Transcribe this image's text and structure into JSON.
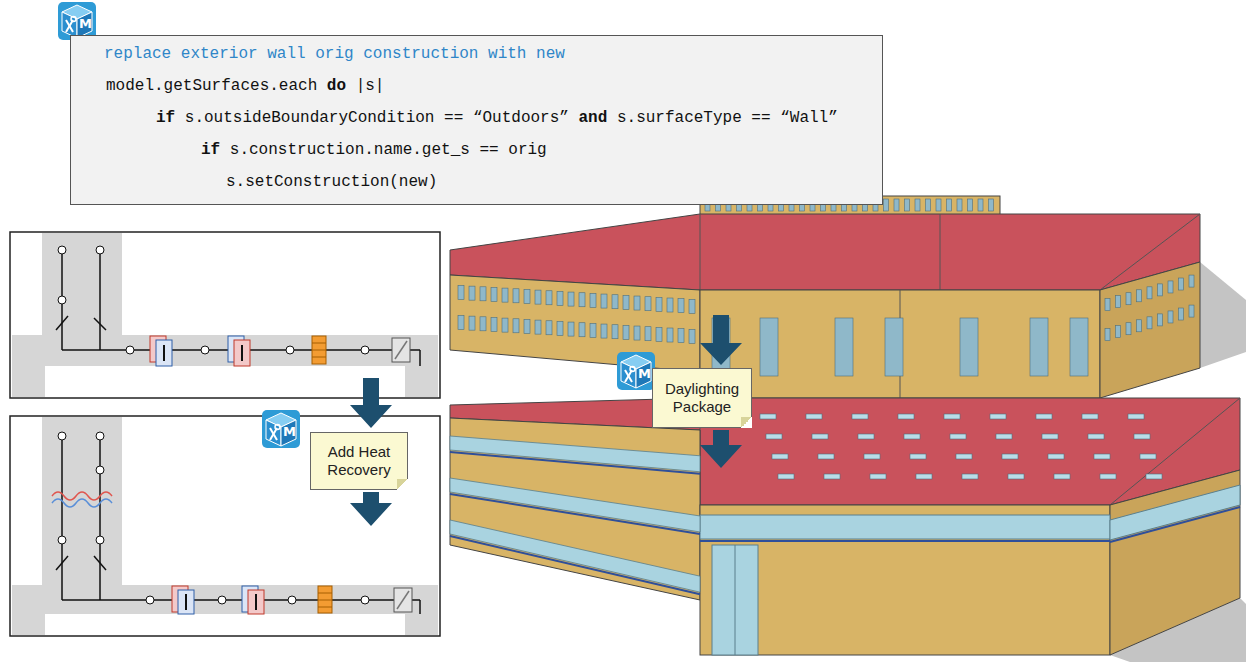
{
  "diagram": {
    "nodes": [
      {
        "text": [
          "replace exterior wall orig construction with new",
          "model.getSurfaces.each do |s|",
          "if s.outsideBoundaryCondition == “Outdoors” and s.surfaceType == “Wall”",
          "if s.construction.name.get_s == orig",
          "s.setConstruction(new)"
        ]
      },
      {
        "text": [
          "Add Heat Recovery"
        ]
      },
      {
        "text": [
          "Daylighting Package"
        ]
      }
    ],
    "labels": [
      "M",
      "M",
      "M"
    ]
  }
}
